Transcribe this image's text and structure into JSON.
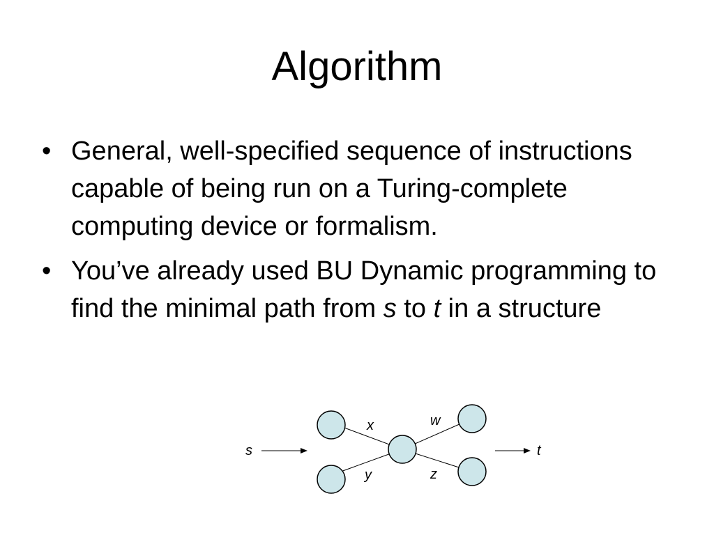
{
  "slide": {
    "title": "Algorithm",
    "bullet_symbol": "•",
    "bullets": [
      {
        "text": "General, well-specified sequence of instructions capable of being run on a Turing-complete computing device or formalism."
      },
      {
        "part1": "You’ve already used BU Dynamic programming to find the minimal path from ",
        "var_s": "s",
        "part2": " to ",
        "var_t": "t",
        "part3": " in a structure"
      }
    ]
  },
  "diagram": {
    "start_label": "s",
    "end_label": "t",
    "edge_labels": {
      "x": "x",
      "y": "y",
      "w": "w",
      "z": "z"
    },
    "node_color": "#cde6ea"
  }
}
